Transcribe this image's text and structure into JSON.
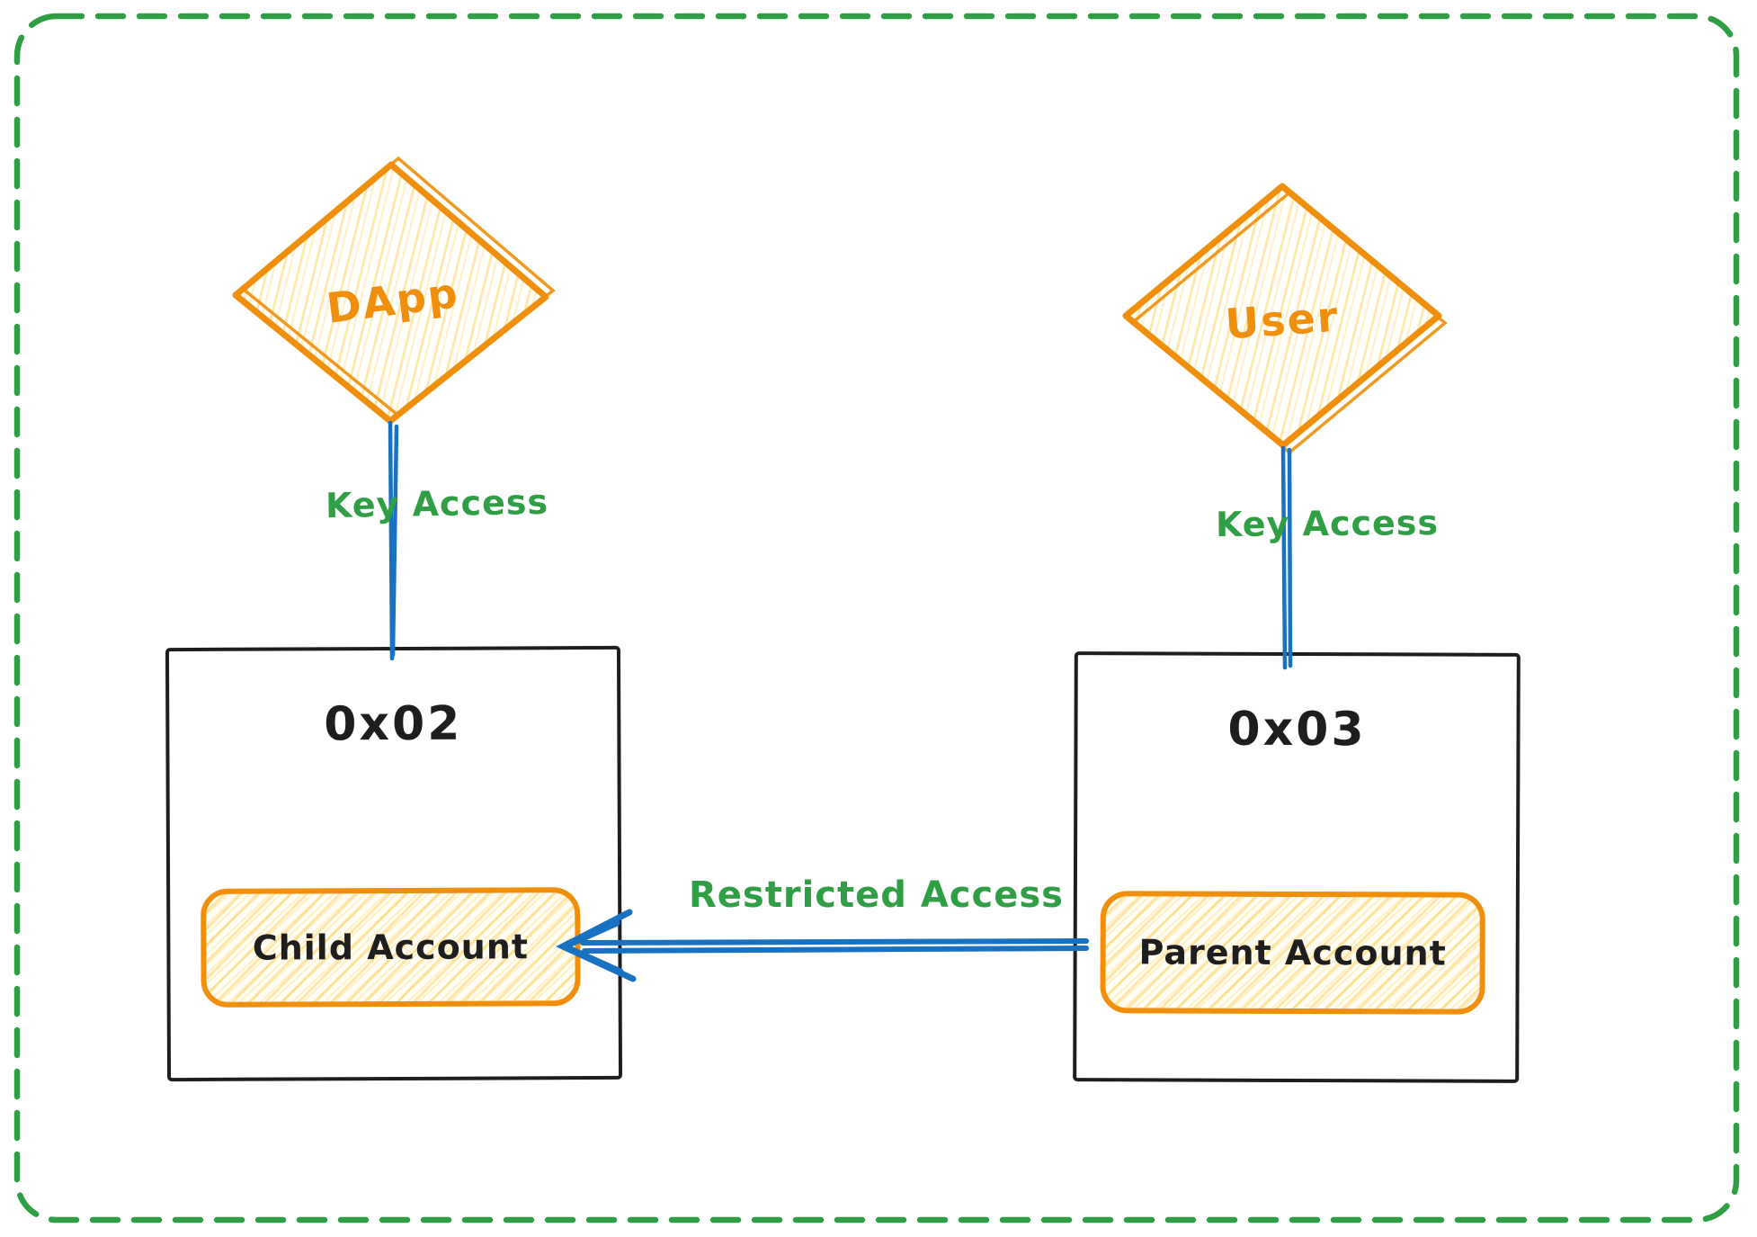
{
  "colors": {
    "frame_green": "#2f9e44",
    "edge_label_green": "#2f9e44",
    "connector_blue": "#1971c2",
    "entity_orange": "#ef8f0b",
    "hatch_yellow": "#ffd45e",
    "ink_black": "#1e1e1e"
  },
  "nodes": {
    "dapp": {
      "label": "DApp",
      "shape": "diamond"
    },
    "user": {
      "label": "User",
      "shape": "diamond"
    },
    "left_account": {
      "title": "0x02",
      "pill_label": "Child Account"
    },
    "right_account": {
      "title": "0x03",
      "pill_label": "Parent Account"
    }
  },
  "edges": {
    "dapp_to_left": {
      "label": "Key Access",
      "from": "DApp",
      "to": "0x02"
    },
    "user_to_right": {
      "label": "Key Access",
      "from": "User",
      "to": "0x03"
    },
    "right_to_left": {
      "label": "Restricted Access",
      "from": "Parent Account",
      "to": "Child Account",
      "direction": "arrow-left"
    }
  }
}
